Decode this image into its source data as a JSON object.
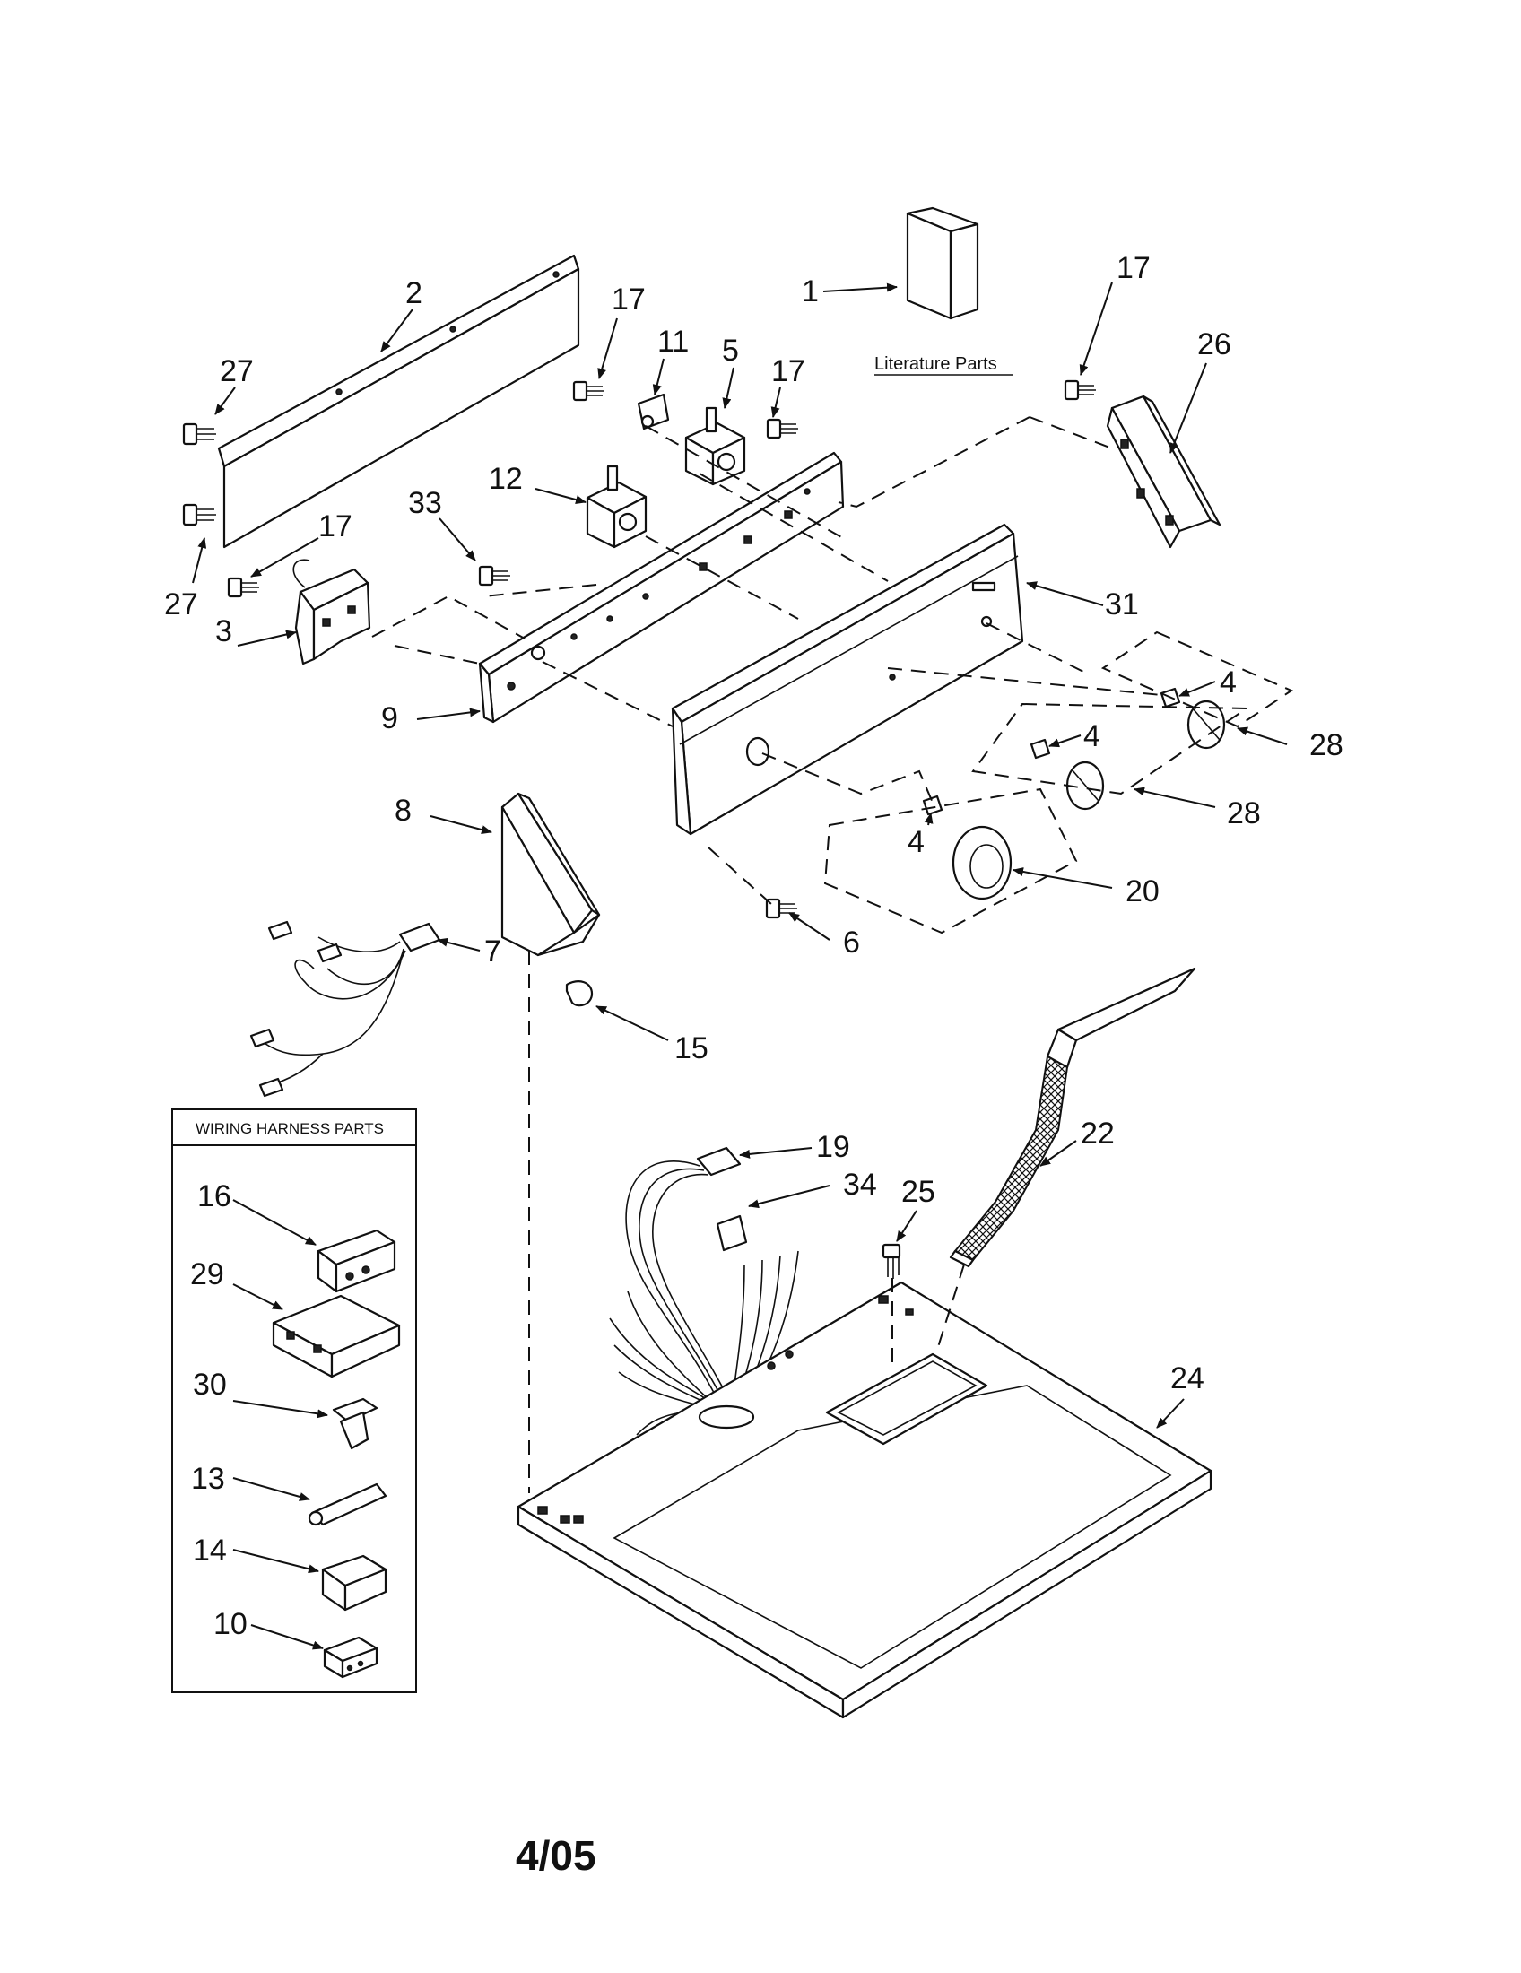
{
  "literature_label": "Literature Parts",
  "wiring_box_title": "WIRING HARNESS PARTS",
  "date_code": "4/05",
  "callouts": {
    "c1": "1",
    "c2": "2",
    "c3": "3",
    "c4a": "4",
    "c4b": "4",
    "c4c": "4",
    "c5": "5",
    "c6": "6",
    "c7": "7",
    "c8": "8",
    "c9": "9",
    "c10": "10",
    "c11": "11",
    "c12": "12",
    "c13": "13",
    "c14": "14",
    "c15": "15",
    "c16": "16",
    "c17a": "17",
    "c17b": "17",
    "c17c": "17",
    "c17d": "17",
    "c19": "19",
    "c20": "20",
    "c22": "22",
    "c24": "24",
    "c25": "25",
    "c26": "26",
    "c27a": "27",
    "c27b": "27",
    "c28a": "28",
    "c28b": "28",
    "c29": "29",
    "c30": "30",
    "c31": "31",
    "c33": "33",
    "c34": "34"
  }
}
